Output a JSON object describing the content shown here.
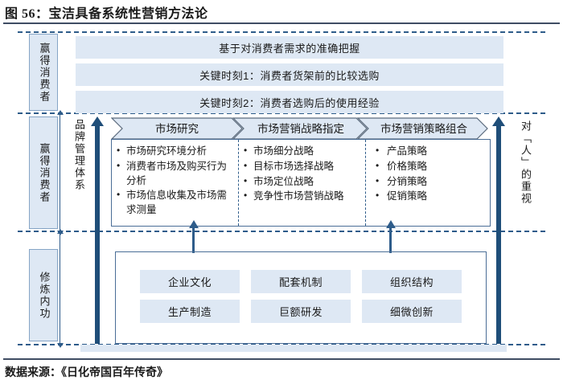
{
  "figure": {
    "title": "图 56：宝洁具备系统性营销方法论",
    "source": "数据来源：《日化帝国百年传奇》"
  },
  "stages": [
    {
      "key": "win-consumer",
      "label": "赢得消费者"
    },
    {
      "key": "brand-management",
      "label": "赢得消费者"
    },
    {
      "key": "inner-strength",
      "label": "修炼内功"
    }
  ],
  "side_labels": {
    "brand_system": "品牌管理体系",
    "people_focus": "对「人」的重视"
  },
  "top_band": {
    "bars": [
      "基于对消费者需求的准确把握",
      "关键时刻1：消费者货架前的比较选购",
      "关键时刻2：消费者选购后的使用经验"
    ]
  },
  "middle_band": {
    "chevrons": [
      "市场研究",
      "市场营销战略指定",
      "市场营销策略组合"
    ],
    "columns": [
      {
        "header": "市场研究",
        "items": [
          "市场研究环境分析",
          "消费者市场及购买行为分析",
          "市场信息收集及市场需求测量"
        ]
      },
      {
        "header": "市场营销战略指定",
        "items": [
          "市场细分战略",
          "目标市场选择战略",
          "市场定位战略",
          "竞争性市场营销战略"
        ]
      },
      {
        "header": "市场营销策略组合",
        "items": [
          "产品策略",
          "价格策略",
          "分销策略",
          "促销策略"
        ]
      }
    ]
  },
  "bottom_band": {
    "capabilities": [
      "企业文化",
      "配套机制",
      "组织结构",
      "生产制造",
      "巨额研发",
      "细微创新"
    ]
  },
  "colors": {
    "fill_light_blue": "#dee8f4",
    "border_blue": "#4a6d96",
    "arrow_dark_blue": "#1f4e79",
    "dash_blue": "#2e5c8a",
    "rule_dark": "#3f4d63"
  }
}
